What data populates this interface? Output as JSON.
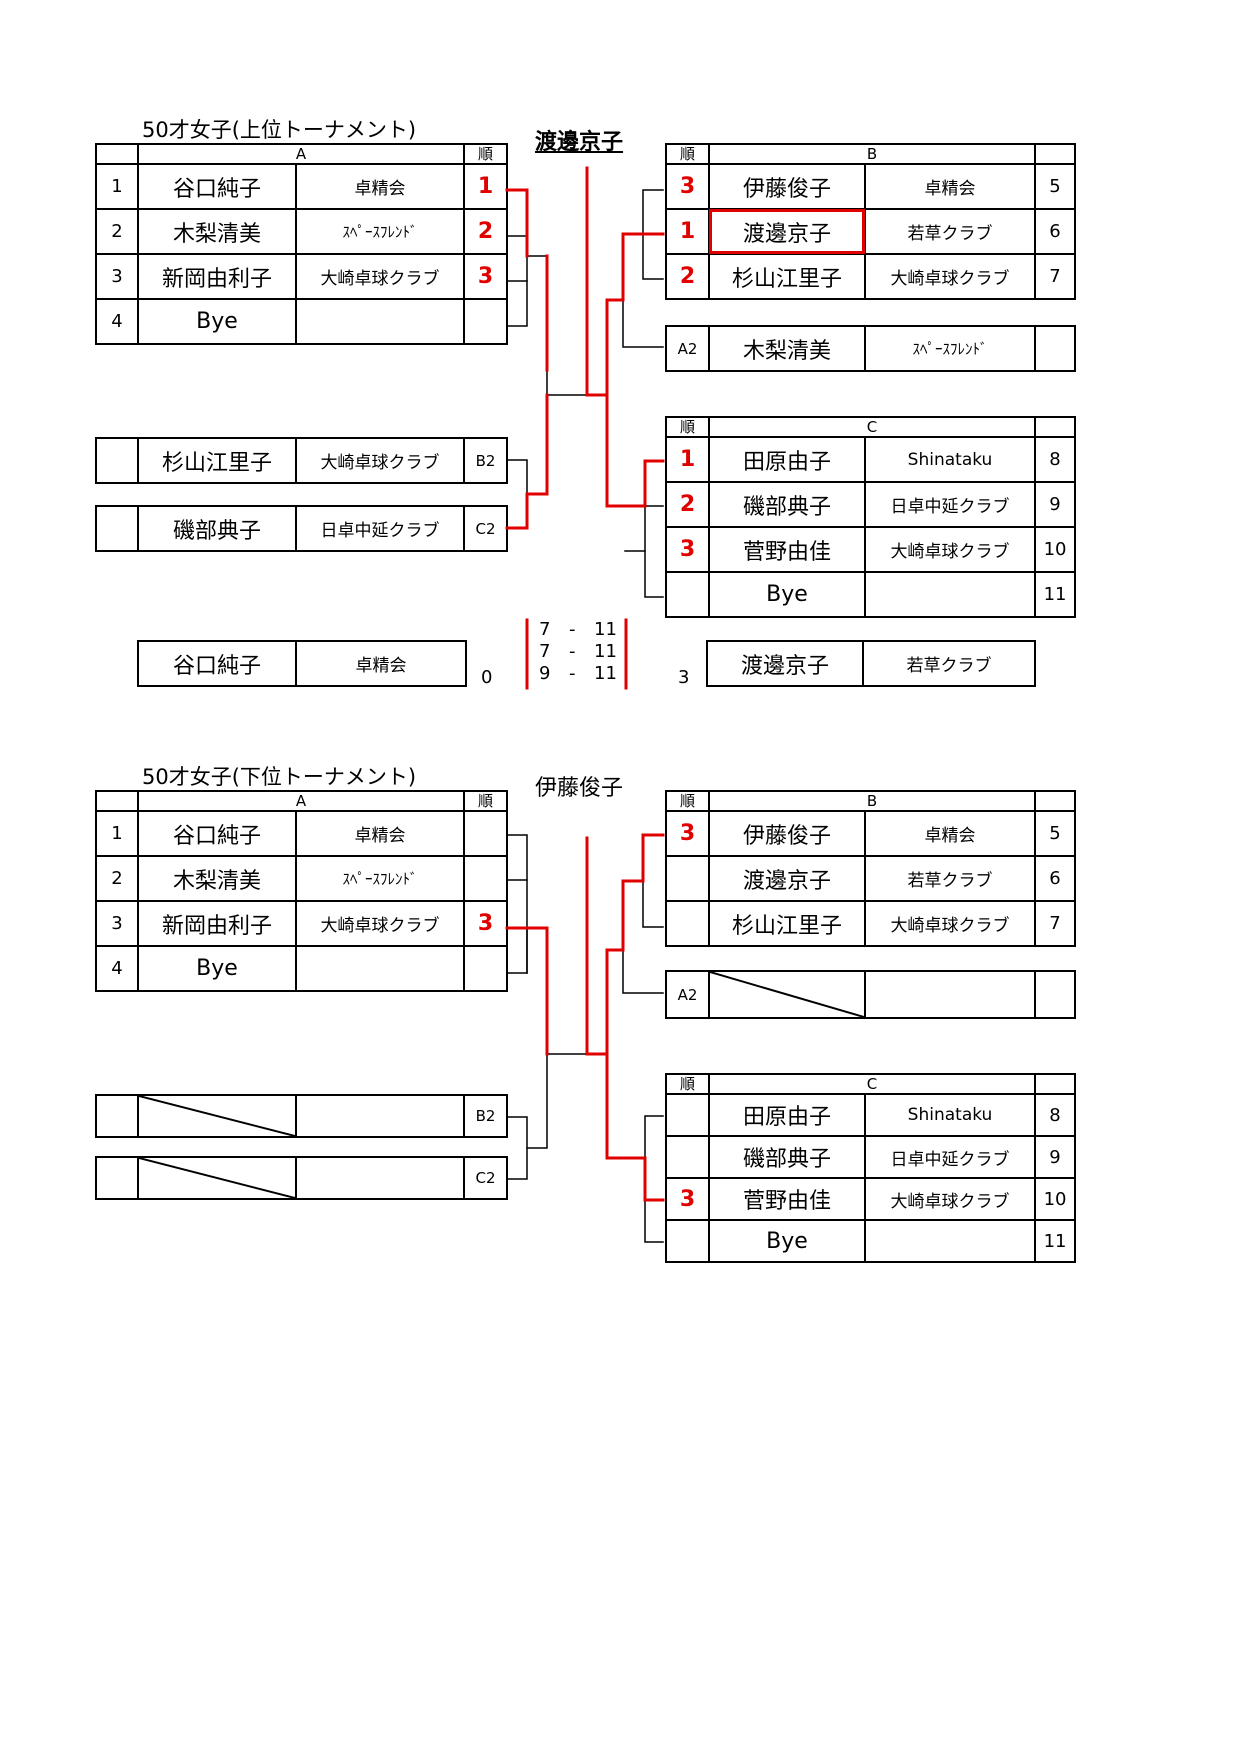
{
  "upper": {
    "title": "50才女子(上位トーナメント)",
    "winner": "渡邊京子",
    "groupA": {
      "label": "A",
      "rank_header": "順",
      "rows": [
        {
          "no": "1",
          "name": "谷口純子",
          "club": "卓精会",
          "rank": "1"
        },
        {
          "no": "2",
          "name": "木梨清美",
          "club": "ｽﾍﾟｰｽﾌﾚﾝﾄﾞ",
          "rank": "2"
        },
        {
          "no": "3",
          "name": "新岡由利子",
          "club": "大崎卓球クラブ",
          "rank": "3"
        },
        {
          "no": "4",
          "name": "Bye",
          "club": "",
          "rank": ""
        }
      ]
    },
    "groupB": {
      "label": "B",
      "rank_header": "順",
      "rows": [
        {
          "rank": "3",
          "name": "伊藤俊子",
          "club": "卓精会",
          "no": "5"
        },
        {
          "rank": "1",
          "name": "渡邊京子",
          "club": "若草クラブ",
          "no": "6"
        },
        {
          "rank": "2",
          "name": "杉山江里子",
          "club": "大崎卓球クラブ",
          "no": "7"
        }
      ]
    },
    "a2": {
      "tag": "A2",
      "name": "木梨清美",
      "club": "ｽﾍﾟｰｽﾌﾚﾝﾄﾞ"
    },
    "b2": {
      "name": "杉山江里子",
      "club": "大崎卓球クラブ",
      "tag": "B2"
    },
    "c2": {
      "name": "磯部典子",
      "club": "日卓中延クラブ",
      "tag": "C2"
    },
    "groupC": {
      "label": "C",
      "rank_header": "順",
      "rows": [
        {
          "rank": "1",
          "name": "田原由子",
          "club": "Shinataku",
          "no": "8"
        },
        {
          "rank": "2",
          "name": "磯部典子",
          "club": "日卓中延クラブ",
          "no": "9"
        },
        {
          "rank": "3",
          "name": "菅野由佳",
          "club": "大崎卓球クラブ",
          "no": "10"
        },
        {
          "rank": "",
          "name": "Bye",
          "club": "",
          "no": "11"
        }
      ]
    },
    "final": {
      "left": {
        "name": "谷口純子",
        "club": "卓精会",
        "score": "0"
      },
      "right": {
        "name": "渡邊京子",
        "club": "若草クラブ",
        "score": "3"
      },
      "games": [
        {
          "a": "7",
          "sep": "-",
          "b": "11"
        },
        {
          "a": "7",
          "sep": "-",
          "b": "11"
        },
        {
          "a": "9",
          "sep": "-",
          "b": "11"
        }
      ]
    }
  },
  "lower": {
    "title": "50才女子(下位トーナメント)",
    "winner": "伊藤俊子",
    "groupA": {
      "label": "A",
      "rank_header": "順",
      "rows": [
        {
          "no": "1",
          "name": "谷口純子",
          "club": "卓精会",
          "rank": ""
        },
        {
          "no": "2",
          "name": "木梨清美",
          "club": "ｽﾍﾟｰｽﾌﾚﾝﾄﾞ",
          "rank": ""
        },
        {
          "no": "3",
          "name": "新岡由利子",
          "club": "大崎卓球クラブ",
          "rank": "3"
        },
        {
          "no": "4",
          "name": "Bye",
          "club": "",
          "rank": ""
        }
      ]
    },
    "groupB": {
      "label": "B",
      "rank_header": "順",
      "rows": [
        {
          "rank": "3",
          "name": "伊藤俊子",
          "club": "卓精会",
          "no": "5"
        },
        {
          "rank": "",
          "name": "渡邊京子",
          "club": "若草クラブ",
          "no": "6"
        },
        {
          "rank": "",
          "name": "杉山江里子",
          "club": "大崎卓球クラブ",
          "no": "7"
        }
      ]
    },
    "a2": {
      "tag": "A2"
    },
    "b2": {
      "tag": "B2"
    },
    "c2": {
      "tag": "C2"
    },
    "groupC": {
      "label": "C",
      "rank_header": "順",
      "rows": [
        {
          "rank": "",
          "name": "田原由子",
          "club": "Shinataku",
          "no": "8"
        },
        {
          "rank": "",
          "name": "磯部典子",
          "club": "日卓中延クラブ",
          "no": "9"
        },
        {
          "rank": "3",
          "name": "菅野由佳",
          "club": "大崎卓球クラブ",
          "no": "10"
        },
        {
          "rank": "",
          "name": "Bye",
          "club": "",
          "no": "11"
        }
      ]
    }
  }
}
